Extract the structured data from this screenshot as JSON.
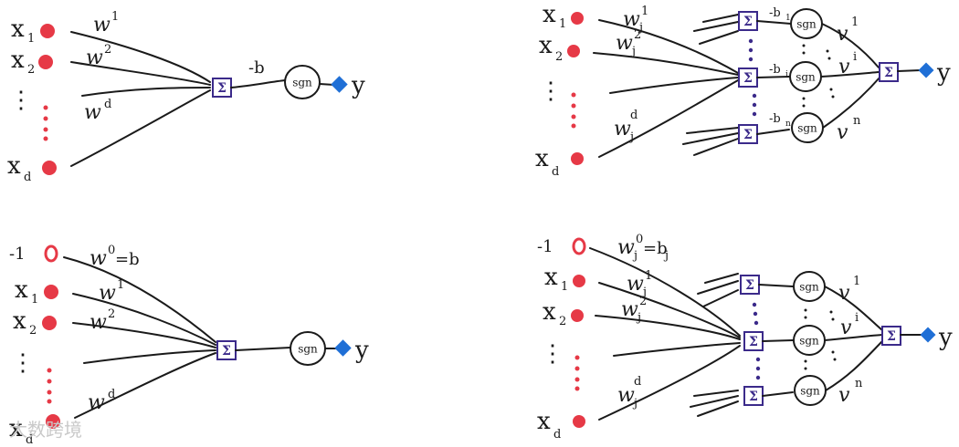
{
  "panels": {
    "top_left": {
      "inputs": [
        "x",
        "x",
        "x"
      ],
      "input_subs": [
        "1",
        "2",
        "d"
      ],
      "ellipsis": "⋮",
      "weights": [
        "w",
        "w",
        "w"
      ],
      "weight_sups": [
        "1",
        "2",
        "d"
      ],
      "sum": "Σ",
      "bias": "-b",
      "activation": "sgn",
      "output": "y"
    },
    "bottom_left": {
      "bias_input": "-1",
      "bias_weight": "w",
      "bias_weight_sup": "0",
      "bias_weight_eq": "=b",
      "inputs": [
        "x",
        "x",
        "x"
      ],
      "input_subs": [
        "1",
        "2",
        "d"
      ],
      "ellipsis": "⋮",
      "weights": [
        "w",
        "w",
        "w"
      ],
      "weight_sups": [
        "1",
        "2",
        "d"
      ],
      "sum": "Σ",
      "activation": "sgn",
      "output": "y"
    },
    "top_right": {
      "inputs": [
        "x",
        "x",
        "x"
      ],
      "input_subs": [
        "1",
        "2",
        "d"
      ],
      "ellipsis": "⋮",
      "weights": [
        "w",
        "w",
        "w"
      ],
      "weight_subs": [
        "j",
        "j",
        "j"
      ],
      "weight_sups": [
        "1",
        "2",
        "d"
      ],
      "sum": "Σ",
      "biases": [
        "-b",
        "-b",
        "-b"
      ],
      "bias_subs": [
        "1",
        "i",
        "n"
      ],
      "activation": "sgn",
      "out_weights": [
        "v",
        "v",
        "v"
      ],
      "out_weight_sups": [
        "1",
        "i",
        "n"
      ],
      "output": "y"
    },
    "bottom_right": {
      "bias_input": "-1",
      "bias_weight": "w",
      "bias_weight_sub": "j",
      "bias_weight_sup": "0",
      "bias_weight_eq": "=b",
      "bias_weight_eq_sub": "j",
      "inputs": [
        "x",
        "x",
        "x"
      ],
      "input_subs": [
        "1",
        "2",
        "d"
      ],
      "ellipsis": "⋮",
      "weights": [
        "w",
        "w",
        "w"
      ],
      "weight_subs": [
        "j",
        "j",
        "j"
      ],
      "weight_sups": [
        "1",
        "2",
        "d"
      ],
      "sum": "Σ",
      "activation": "sgn",
      "out_weights": [
        "v",
        "v",
        "v"
      ],
      "out_weight_sups": [
        "1",
        "i",
        "n"
      ],
      "output": "y"
    }
  },
  "watermark": "大数跨境",
  "colors": {
    "input_node": "#e63946",
    "sum_box": "#3b2a8a",
    "output_node": "#1f6fd6",
    "ink": "#1a1a1a"
  },
  "icons": {
    "input_node": "red-dot-icon",
    "output_node": "blue-diamond-icon",
    "sum_node": "sigma-box-icon",
    "activation_node": "sgn-circle-icon"
  }
}
